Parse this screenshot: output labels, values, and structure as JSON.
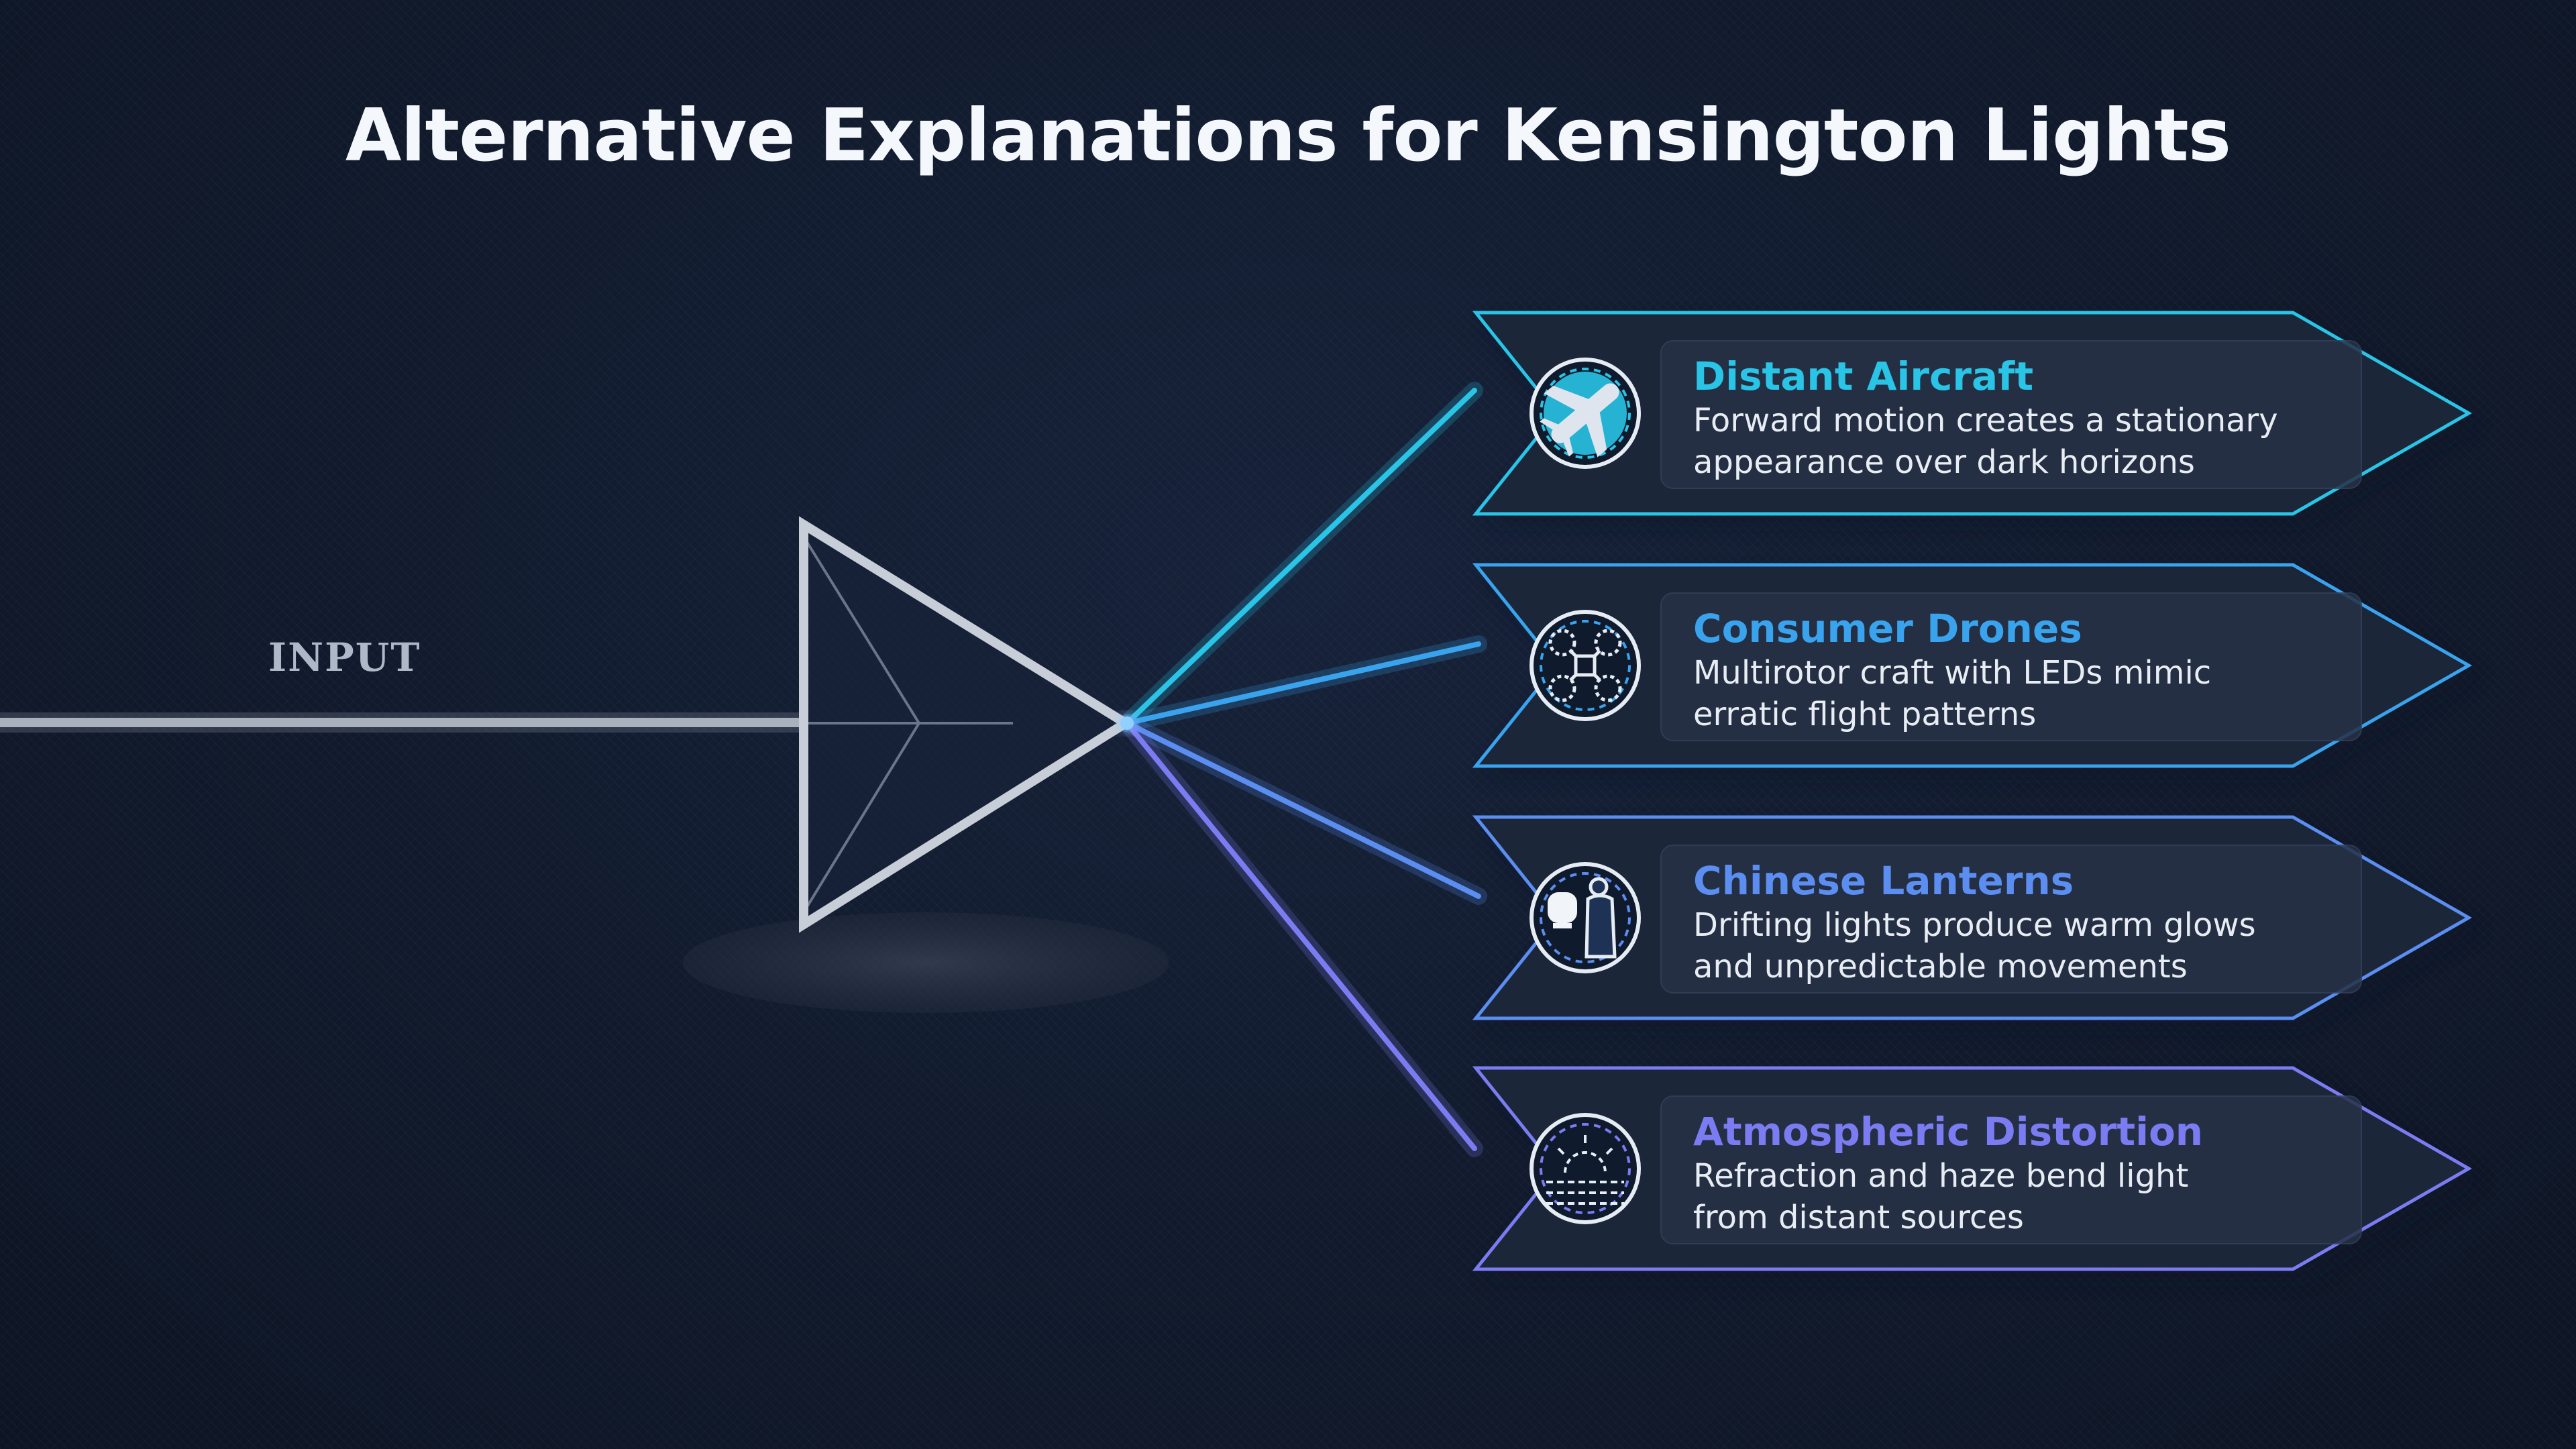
{
  "title": "Alternative Explanations for Kensington Lights",
  "input_label": "INPUT",
  "explanations": [
    {
      "title": "Distant Aircraft",
      "description": "Forward motion creates a stationary\nappearance over dark horizons",
      "color": "#29c4e6",
      "icon": "airplane-icon"
    },
    {
      "title": "Consumer Drones",
      "description": "Multirotor craft with LEDs mimic\nerratic flight patterns",
      "color": "#3aa3ee",
      "icon": "drone-icon"
    },
    {
      "title": "Chinese Lanterns",
      "description": "Drifting lights produce warm glows\nand unpredictable movements",
      "color": "#5b8ef0",
      "icon": "lantern-icon"
    },
    {
      "title": "Atmospheric Distortion",
      "description": "Refraction and haze bend light\nfrom distant sources",
      "color": "#7c7cf2",
      "icon": "horizon-haze-icon"
    }
  ]
}
